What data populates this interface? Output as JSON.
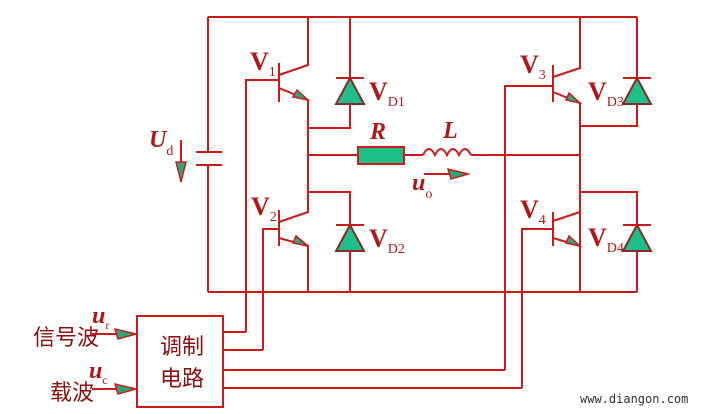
{
  "diagram": {
    "title": "单相桥式PWM逆变电路",
    "components": {
      "transistors": [
        {
          "id": "V1",
          "label": "V",
          "sub": "1"
        },
        {
          "id": "V2",
          "label": "V",
          "sub": "2"
        },
        {
          "id": "V3",
          "label": "V",
          "sub": "3"
        },
        {
          "id": "V4",
          "label": "V",
          "sub": "4"
        }
      ],
      "diodes": [
        {
          "id": "VD1",
          "label": "V",
          "sub": "D1"
        },
        {
          "id": "VD2",
          "label": "V",
          "sub": "D2"
        },
        {
          "id": "VD3",
          "label": "V",
          "sub": "D3"
        },
        {
          "id": "VD4",
          "label": "V",
          "sub": "D4"
        }
      ],
      "supply": {
        "label": "U",
        "sub": "d"
      },
      "resistor": {
        "label": "R"
      },
      "inductor": {
        "label": "L"
      },
      "output": {
        "label": "u",
        "sub": "o"
      }
    },
    "modulator": {
      "line1": "调制",
      "line2": "电路"
    },
    "inputs": [
      {
        "name": "信号波",
        "symbol": "u",
        "sub": "r"
      },
      {
        "name": "载波",
        "symbol": "u",
        "sub": "c"
      }
    ],
    "watermark": "www.diangon.com",
    "colors": {
      "wire": "#cc1a1a",
      "component_fill": "#1fbf8a",
      "text": "#b01818"
    }
  }
}
